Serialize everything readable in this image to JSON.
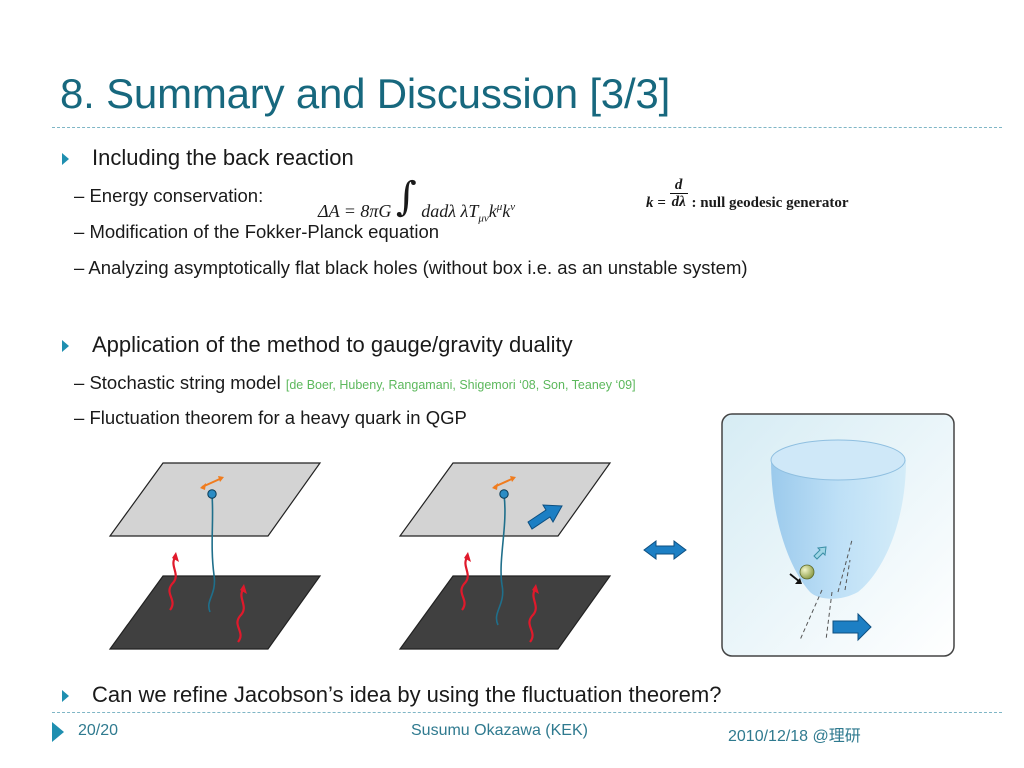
{
  "slide": {
    "title": "8. Summary and Discussion [3/3]",
    "sections": [
      {
        "heading": "Including the back reaction",
        "items": [
          {
            "label": "Energy conservation:",
            "equation": {
              "lhs": "ΔA = 8πG",
              "integral": "∫",
              "rhs": "dadλ λT",
              "sub": "μν",
              "k1": "k",
              "sup1": "μ",
              "k2": "k",
              "sup2": "ν"
            },
            "definition": {
              "lhs": "k =",
              "num": "d",
              "den": "dλ",
              "text": ": null geodesic generator"
            }
          },
          {
            "label": "Modification of the Fokker-Planck equation"
          },
          {
            "label": "Analyzing asymptotically flat black holes (without box i.e. as an unstable system)"
          }
        ]
      },
      {
        "heading": "Application of the method to gauge/gravity duality",
        "items": [
          {
            "label": "Stochastic string model",
            "citation": "[de Boer, Hubeny, Rangamani, Shigemori ‘08, Son, Teaney ‘09]"
          },
          {
            "label": "Fluctuation theorem for a heavy quark in QGP"
          }
        ]
      },
      {
        "heading": "Can we refine Jacobson’s idea by using the fluctuation theorem?",
        "items": []
      }
    ],
    "dash": "–"
  },
  "footer": {
    "page": "20/20",
    "author": "Susumu Okazawa (KEK)",
    "date": "2010/12/18 @理研"
  },
  "colors": {
    "title": "#17687e",
    "bullet": "#1f8fb0",
    "citation": "#5cb85c",
    "rule": "#7fb6c6",
    "plane_top": "#d3d3d3",
    "plane_bottom": "#404040",
    "wave": "#e0192b",
    "string": "#1f6f8b",
    "arrow_blue": "#1c7fc4",
    "arrow_orange": "#f07c1e"
  }
}
